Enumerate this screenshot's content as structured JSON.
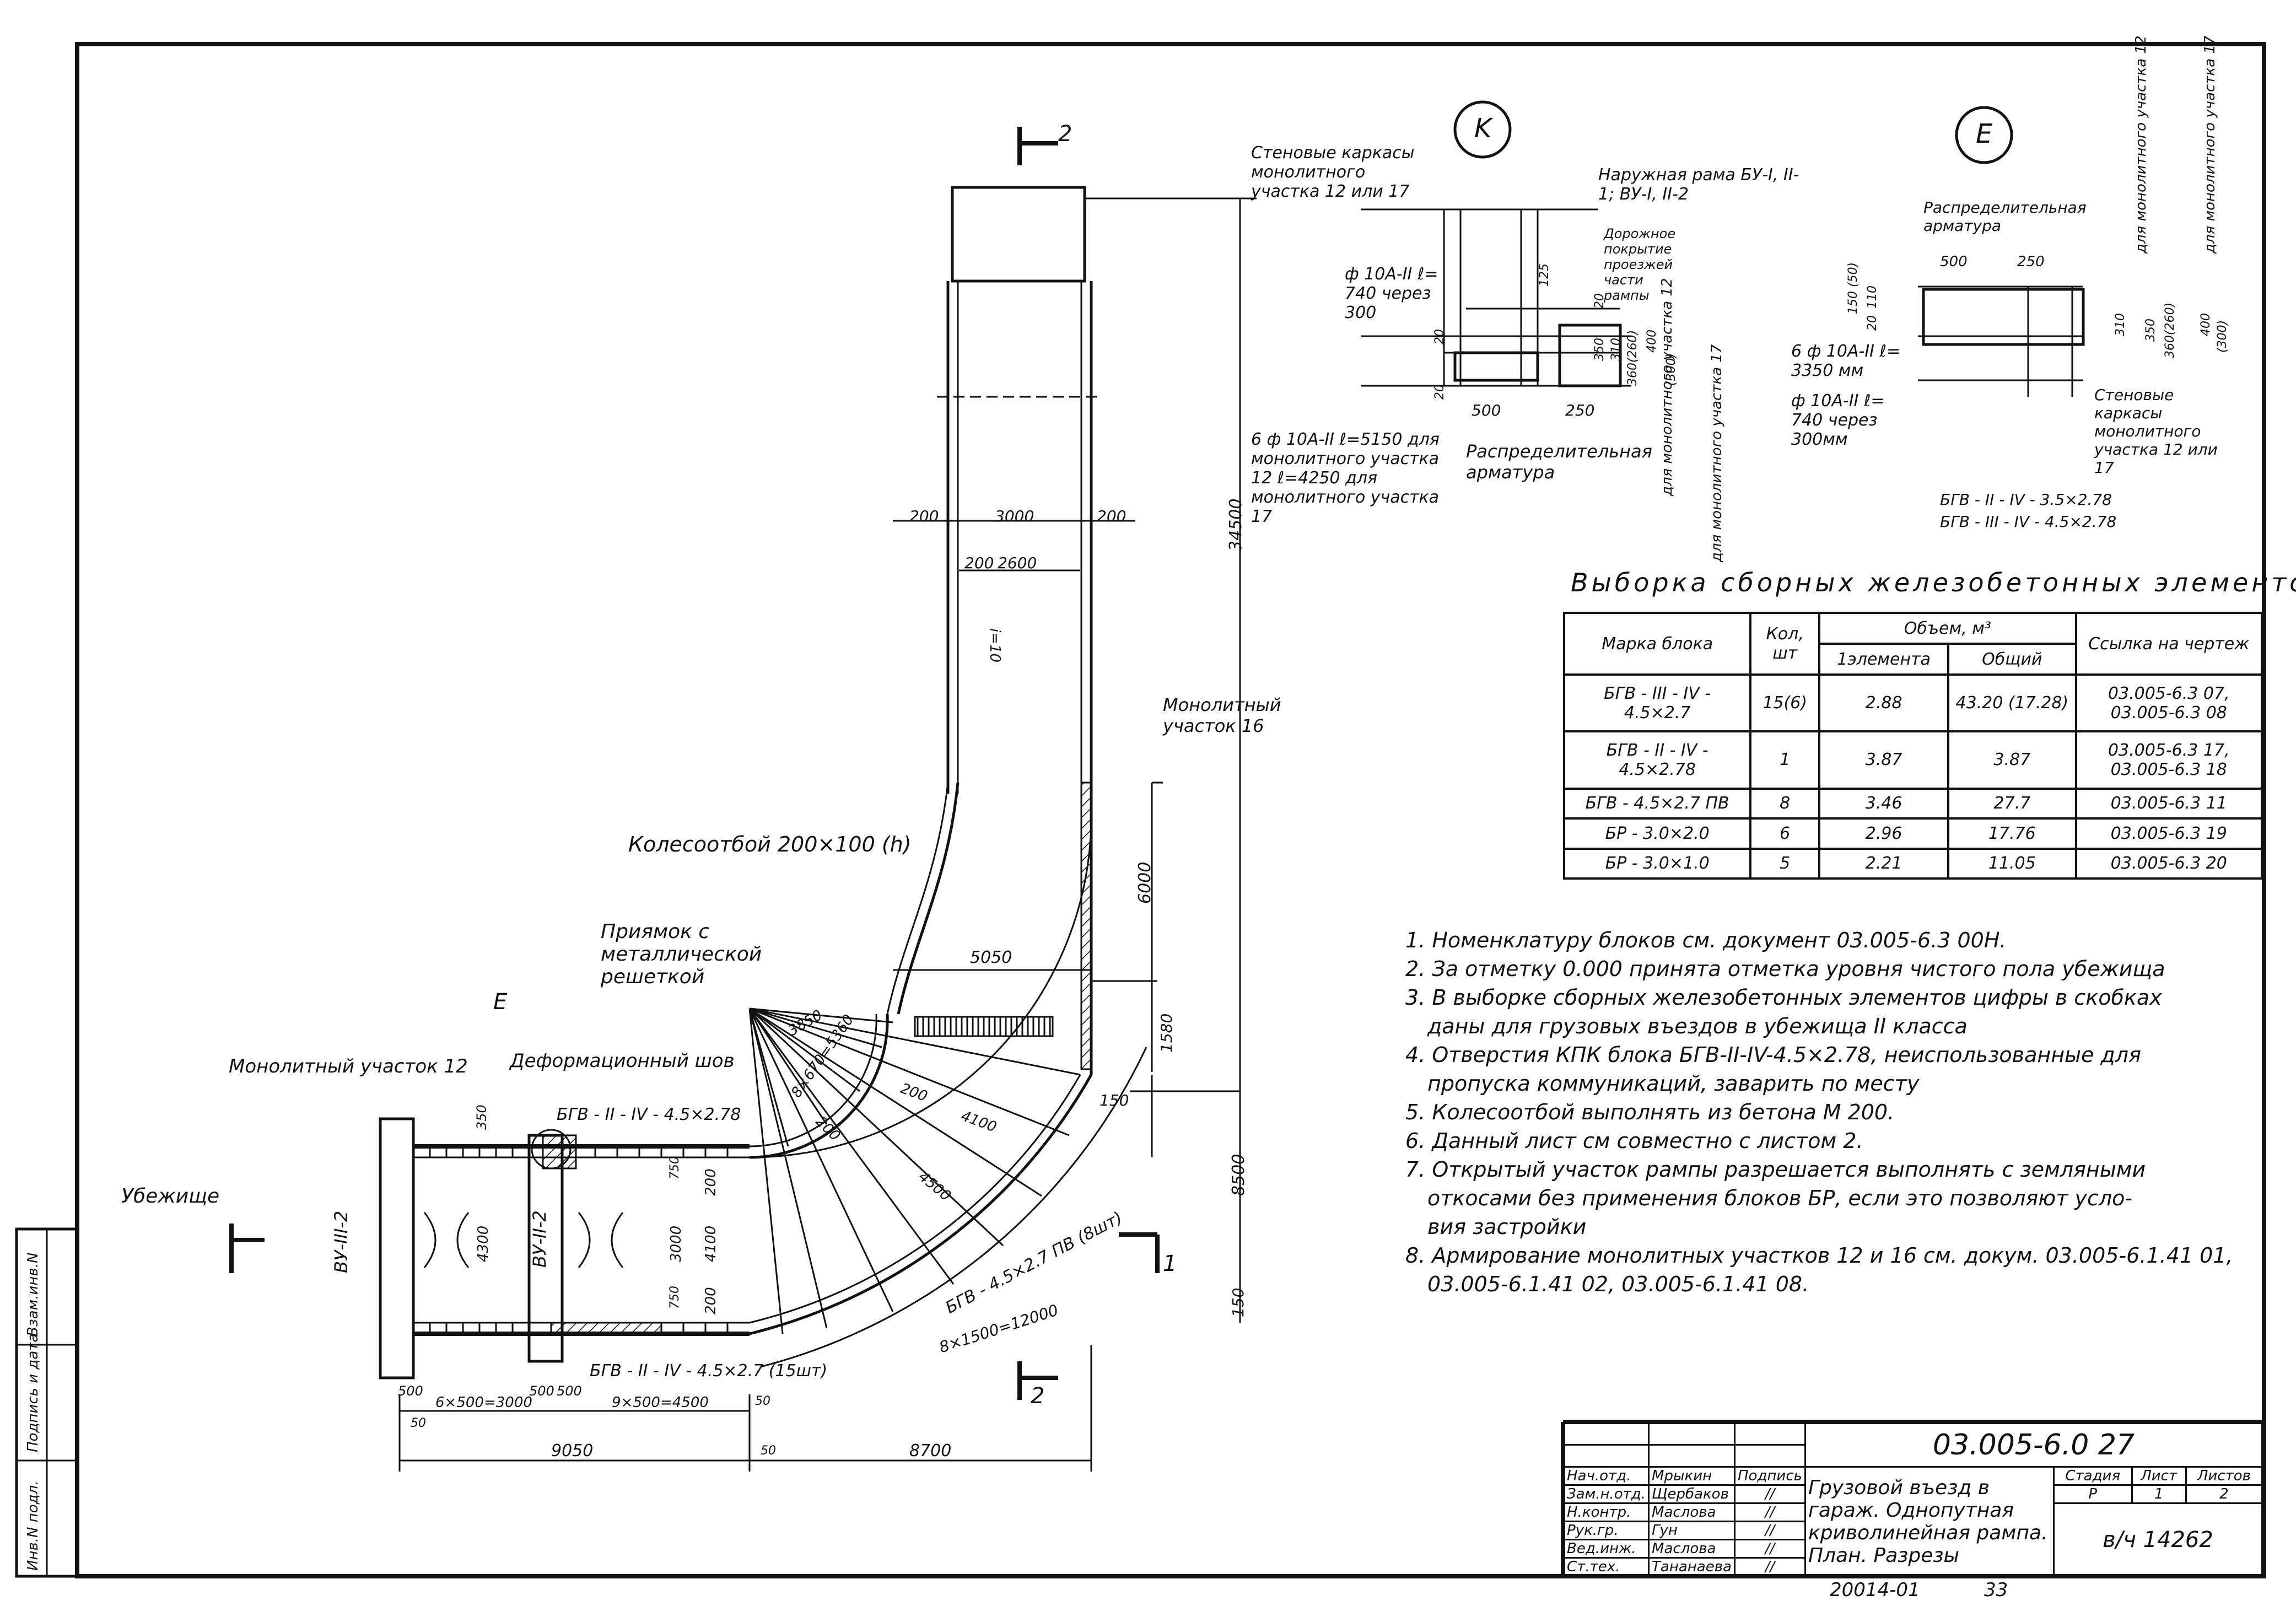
{
  "callouts": {
    "k": "K",
    "e": "E",
    "section_2": "2",
    "section_1": "1",
    "node_e": "E"
  },
  "labels": {
    "wall_frames_k": "Стеновые каркасы монолитного участка 12 или 17",
    "outer_frame": "Наружная рама БУ-I, II-1; ВУ-I, II-2",
    "road_cover": "Дорожное покрытие проезжей части рампы",
    "rebar_k1": "ф 10А-II ℓ= 740 через 300",
    "rebar_k2": "6 ф 10А-II ℓ=5150 для монолитного участка 12 ℓ=4250 для монолитного участка 17",
    "dist_rebar_k": "Распределительная арматура",
    "for_mono_12": "для монолитного участка 12",
    "for_mono_17": "для монолитного участка 17",
    "dist_rebar_e": "Распределительная арматура",
    "rebar_e1": "6 ф 10А-II ℓ= 3350 мм",
    "rebar_e2": "ф 10А-II ℓ= 740 через 300мм",
    "wall_frames_e": "Стеновые каркасы монолитного участка 12 или 17",
    "bgv_e1": "БГВ - II - IV - 3.5×2.78",
    "bgv_e2": "БГВ - III - IV - 4.5×2.78",
    "mono_16": "Монолитный участок 16",
    "wheel_stop": "Колесоотбой   200×100 (h)",
    "pit": "Приямок с металлической решеткой",
    "mono_12": "Монолитный участок 12",
    "def_joint": "Деформационный шов",
    "bgv_plan1": "БГВ - II - IV - 4.5×2.78",
    "bgv_plan2": "БГВ - II - IV - 4.5×2.7 (15шт)",
    "bgv_arc": "БГВ - 4.5×2.7 ПВ (8шт)",
    "shelter": "Убежище",
    "vu3": "ВУ-III-2",
    "vu2": "ВУ-II-2",
    "slope": "i=10"
  },
  "dims": {
    "d200a": "200",
    "d3000": "3000",
    "d200b": "200",
    "d200c": "200",
    "d2600": "2600",
    "d34500": "34500",
    "d6000": "6000",
    "d5050": "5050",
    "d1580": "1580",
    "d150a": "150",
    "d8500": "8500",
    "d150b": "150",
    "d3850": "3850",
    "d8x670": "8×670=5360",
    "d200d": "200",
    "d4100a": "4100",
    "d200e": "200",
    "d4500a": "4500",
    "d8x1500": "8×1500=12000",
    "d350": "350",
    "d4300": "4300",
    "d3000b": "3000",
    "d4100b": "4100",
    "d200f": "200",
    "d200g": "200",
    "d750a": "750",
    "d750b": "750",
    "d500a": "500",
    "d6x500": "6×500=3000",
    "d500b": "500",
    "d500c": "500",
    "d9x500": "9×500=4500",
    "d50a": "50",
    "d50b": "50",
    "d50c": "50",
    "d9050": "9050",
    "d8700": "8700",
    "k500": "500",
    "k250": "250",
    "k125": "125",
    "k20a": "20",
    "k20b": "20",
    "k310": "310",
    "k350": "350",
    "k360": "360(260)",
    "k400": "400",
    "k300": "(300)",
    "k20c": "20",
    "e500": "500",
    "e250": "250",
    "e150": "150 (50)",
    "e110": "110",
    "e20": "20",
    "e310": "310",
    "e350": "350",
    "e360": "360(260)",
    "e400": "400",
    "e300": "(300)"
  },
  "spec_table": {
    "title": "Выборка сборных железобетонных элементов",
    "headers": {
      "mark": "Марка блока",
      "qty": "Кол, шт",
      "volume": "Объем, м³",
      "vol_one": "1элемента",
      "vol_total": "Общий",
      "ref": "Ссылка на чертеж"
    },
    "rows": [
      {
        "mark": "БГВ - III - IV - 4.5×2.7",
        "qty": "15(6)",
        "one": "2.88",
        "total": "43.20 (17.28)",
        "ref": "03.005-6.3 07, 03.005-6.3 08"
      },
      {
        "mark": "БГВ - II - IV - 4.5×2.78",
        "qty": "1",
        "one": "3.87",
        "total": "3.87",
        "ref": "03.005-6.3 17, 03.005-6.3 18"
      },
      {
        "mark": "БГВ - 4.5×2.7 ПВ",
        "qty": "8",
        "one": "3.46",
        "total": "27.7",
        "ref": "03.005-6.3 11"
      },
      {
        "mark": "БР - 3.0×2.0",
        "qty": "6",
        "one": "2.96",
        "total": "17.76",
        "ref": "03.005-6.3 19"
      },
      {
        "mark": "БР - 3.0×1.0",
        "qty": "5",
        "one": "2.21",
        "total": "11.05",
        "ref": "03.005-6.3 20"
      }
    ]
  },
  "notes": [
    "1. Номенклатуру блоков см. документ 03.005-6.3 00Н.",
    "2. За отметку 0.000 принята отметка уровня чистого пола убежища",
    "3. В выборке сборных железобетонных элементов цифры в скобках",
    "даны для грузовых въездов в убежища II класса",
    "4. Отверстия КПК блока БГВ-II-IV-4.5×2.78, неиспользованные для",
    "пропуска коммуникаций, заварить по месту",
    "5. Колесоотбой выполнять из бетона М 200.",
    "6. Данный лист   см совместно с листом 2.",
    "7. Открытый участок рампы разрешается выполнять с земляными",
    "откосами без применения блоков БР, если это позволяют усло-",
    "вия застройки",
    "8. Армирование монолитных участков 12 и 16 см. докум. 03.005-6.1.41 01,",
    "03.005-6.1.41 02, 03.005-6.1.41 08."
  ],
  "stamp": {
    "code": "03.005-6.0   27",
    "title": "Грузовой въезд в гараж. Однопутная криволинейная рампа. План. Разрезы",
    "stage_h": "Стадия",
    "sheet_h": "Лист",
    "sheets_h": "Листов",
    "stage": "Р",
    "sheet": "1",
    "sheets": "2",
    "org": "в/ч 14262",
    "roles": [
      {
        "role": "Нач.отд.",
        "name": "Мрыкин",
        "sign": "Подпись"
      },
      {
        "role": "Зам.н.отд.",
        "name": "Щербаков",
        "sign": "//"
      },
      {
        "role": "Н.контр.",
        "name": "Маслова",
        "sign": "//"
      },
      {
        "role": "Рук.гр.",
        "name": "Гун",
        "sign": "//"
      },
      {
        "role": "Вед.инж.",
        "name": "Маслова",
        "sign": "//"
      },
      {
        "role": "Ст.тех.",
        "name": "Тананаева",
        "sign": "//"
      }
    ],
    "bottom_left": "20014-01",
    "bottom_right": "33"
  },
  "side_stamp": [
    "Инв.N подл.",
    "Подпись и дата",
    "Взам.инв.N"
  ]
}
